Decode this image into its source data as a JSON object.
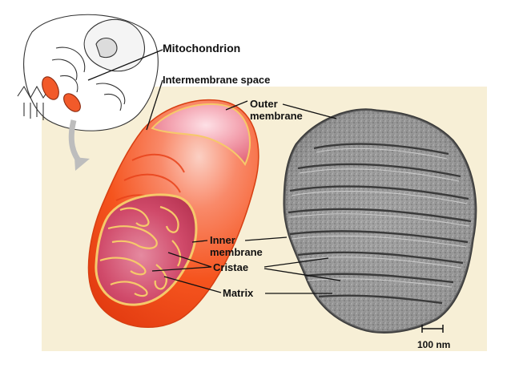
{
  "labels": {
    "title": "Mitochondrion",
    "intermembrane": "Intermembrane space",
    "outer_1": "Outer",
    "outer_2": "membrane",
    "inner_1": "Inner",
    "inner_2": "membrane",
    "cristae": "Cristae",
    "matrix": "Matrix",
    "scale": "100 nm"
  },
  "colors": {
    "panel_bg": "#f7efd6",
    "membrane_outer": "#f5541e",
    "membrane_highlight": "#f9a07a",
    "interior": "#d94f6a",
    "cristae_outline": "#f6c96a",
    "micrograph": "#8d8d8d",
    "label_text": "#111111"
  }
}
